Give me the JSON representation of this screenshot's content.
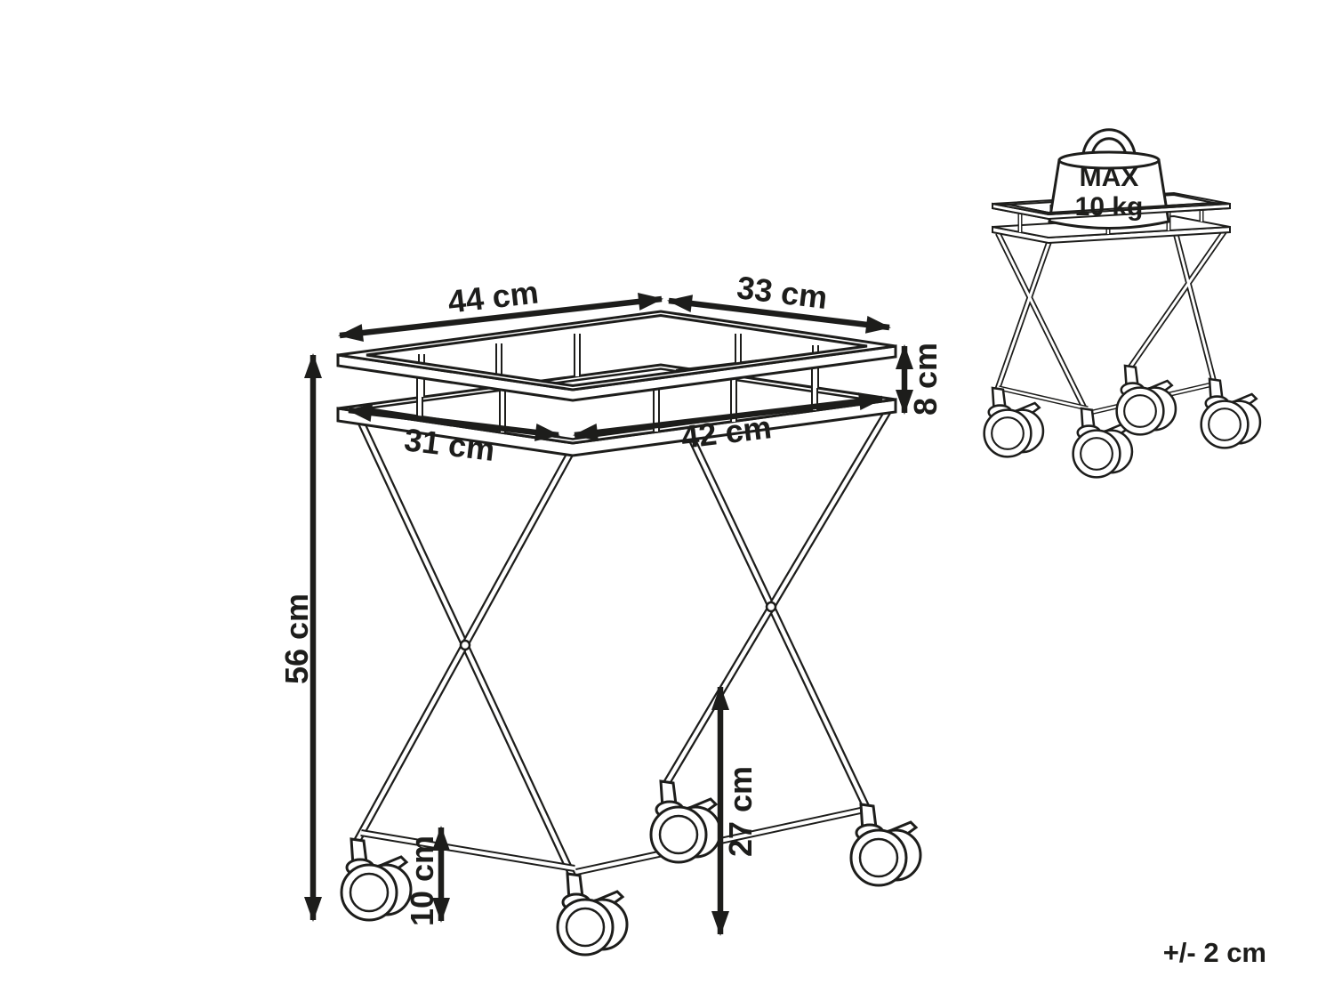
{
  "page": {
    "background": "#ffffff",
    "ink_color": "#1d1d1b"
  },
  "diagram": {
    "subject": "folding tray trolley with casters - dimension drawing",
    "dimension_labels": {
      "top_width": "44 cm",
      "top_depth": "33 cm",
      "gallery_height": "8 cm",
      "inner_depth": "31 cm",
      "inner_width": "42 cm",
      "total_height": "56 cm",
      "base_clearance": "10 cm",
      "lower_clearance": "27 cm"
    },
    "max_load_badge": {
      "line1": "MAX",
      "line2": "10 kg"
    },
    "tolerance_note": "+/- 2 cm"
  }
}
